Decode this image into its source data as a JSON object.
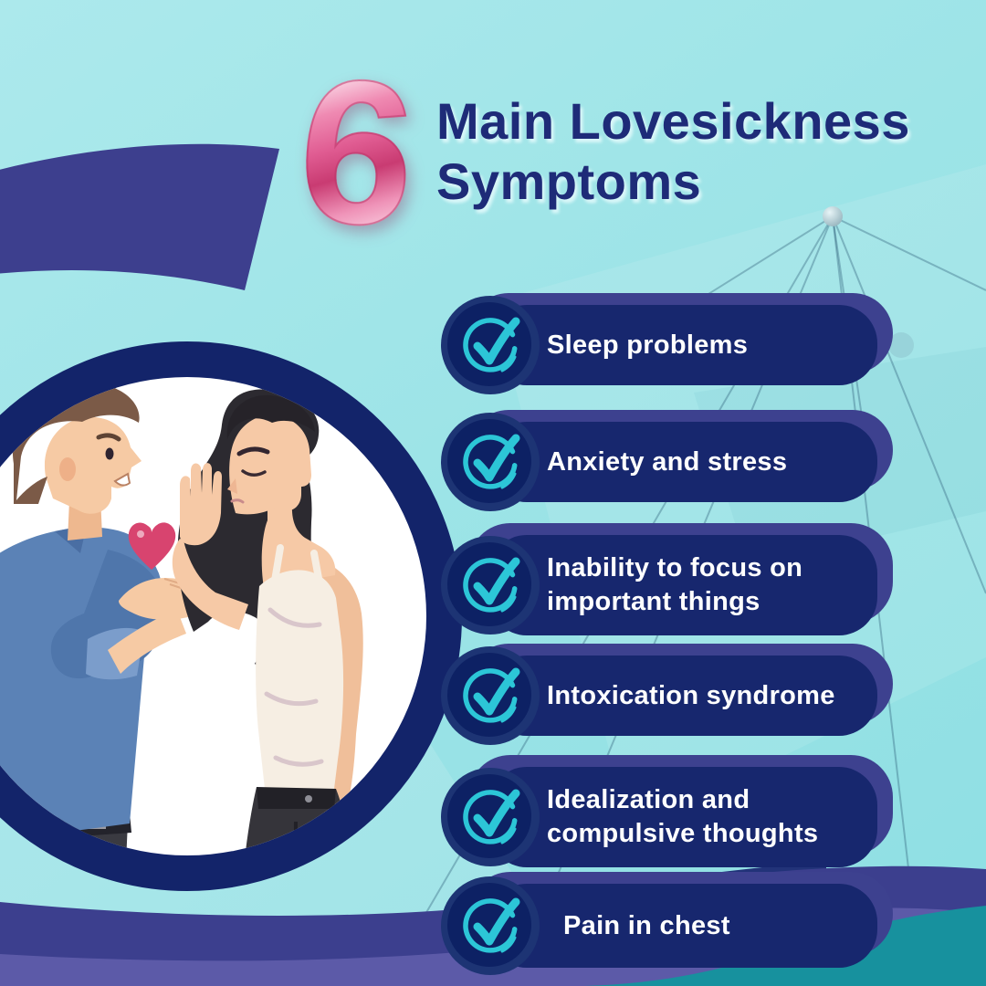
{
  "infographic": {
    "number": "6",
    "title_line1": "Main Lovesickness",
    "title_line2": "Symptoms"
  },
  "symptoms": [
    {
      "label": "Sleep problems"
    },
    {
      "label": "Anxiety and stress"
    },
    {
      "label": "Inability to focus on important things"
    },
    {
      "label": "Intoxication syndrome"
    },
    {
      "label": "Idealization and compulsive thoughts"
    },
    {
      "label": "Pain in chest"
    }
  ],
  "illustration": {
    "alt": "Man offering a heart to a woman holding up her hand in rejection"
  },
  "icons": {
    "list_marker": "check-circle"
  },
  "colors": {
    "background_teal": "#9de4e7",
    "navy": "#17276e",
    "indigo": "#3d418f",
    "check_teal": "#2cc6d7",
    "balloon_pink": "#e05c92",
    "bottom_purple": "#5c5aa8",
    "bottom_teal": "#17919e",
    "title_navy": "#1e2b78"
  }
}
